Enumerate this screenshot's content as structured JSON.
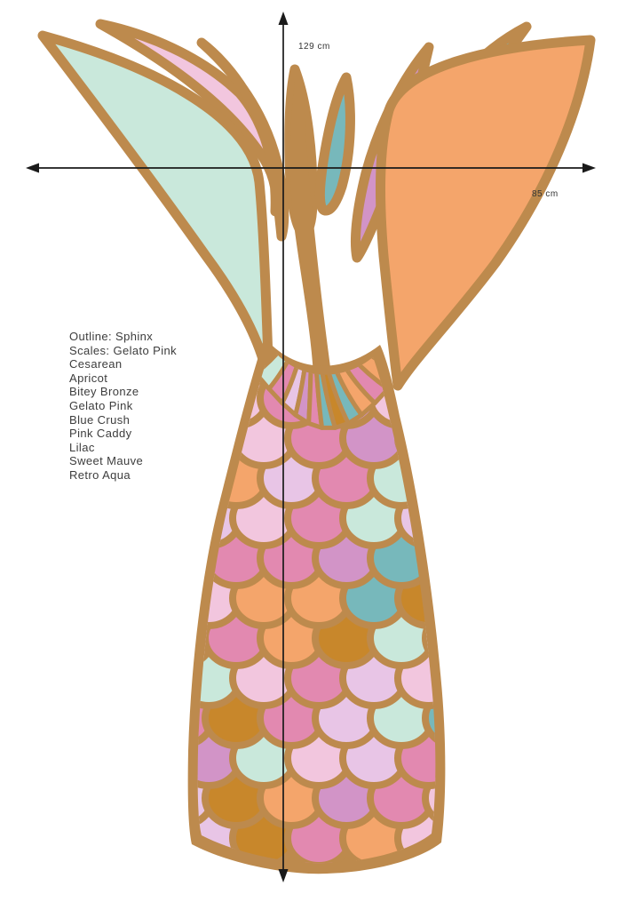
{
  "dimensions": {
    "height_label": "129 cm",
    "width_label": "85 cm"
  },
  "legend": {
    "lines": [
      "Outline: Sphinx",
      "Scales: Gelato Pink",
      "Cesarean",
      "Apricot",
      "Bitey Bronze",
      "Gelato Pink",
      "Blue Crush",
      "Pink Caddy",
      "Lilac",
      "Sweet Mauve",
      "Retro Aqua"
    ]
  },
  "colors": {
    "outline_sphinx": "#BD8A4D",
    "gelato_pink": "#F2C6DE",
    "cesarean": "#E8889F",
    "apricot": "#F4A56B",
    "bitey_bronze": "#C8872B",
    "blue_crush": "#77B8BB",
    "pink_caddy": "#E289B0",
    "lilac": "#E8C5E6",
    "sweet_mauve": "#D294C7",
    "retro_aqua": "#C9E8DB",
    "measure_line": "#1A1A1A",
    "text": "#3D3D3D",
    "background": "#FFFFFF"
  },
  "illustration": {
    "fan_colors": [
      "retro_aqua",
      "pink_caddy",
      "lilac",
      "sweet_mauve",
      "pink_caddy",
      "blue_crush",
      "bitey_bronze",
      "blue_crush",
      "apricot",
      "pink_caddy",
      "apricot"
    ],
    "scale_rows": [
      [
        "lilac",
        "cesarean",
        "gelato_pink",
        "pink_caddy",
        "sweet_mauve",
        "gelato_pink",
        "retro_aqua",
        "lilac"
      ],
      [
        "blue_crush",
        "pink_caddy",
        "gelato_pink",
        "pink_caddy",
        "sweet_mauve",
        "retro_aqua",
        "lilac",
        "pink_caddy"
      ],
      [
        "pink_caddy",
        "apricot",
        "apricot",
        "lilac",
        "pink_caddy",
        "retro_aqua",
        "gelato_pink",
        "blue_crush"
      ],
      [
        "bitey_bronze",
        "lilac",
        "gelato_pink",
        "pink_caddy",
        "retro_aqua",
        "lilac",
        "sweet_mauve",
        "apricot"
      ],
      [
        "sweet_mauve",
        "lilac",
        "pink_caddy",
        "pink_caddy",
        "sweet_mauve",
        "blue_crush",
        "gelato_pink",
        "retro_aqua"
      ],
      [
        "retro_aqua",
        "gelato_pink",
        "apricot",
        "apricot",
        "blue_crush",
        "bitey_bronze",
        "pink_caddy",
        "lilac"
      ],
      [
        "pink_caddy",
        "gelato_pink",
        "pink_caddy",
        "apricot",
        "bitey_bronze",
        "retro_aqua",
        "gelato_pink",
        "blue_crush"
      ],
      [
        "blue_crush",
        "retro_aqua",
        "gelato_pink",
        "pink_caddy",
        "lilac",
        "gelato_pink",
        "blue_crush",
        "sweet_mauve"
      ],
      [
        "apricot",
        "pink_caddy",
        "bitey_bronze",
        "pink_caddy",
        "lilac",
        "retro_aqua",
        "blue_crush",
        "gelato_pink"
      ],
      [
        "lilac",
        "sweet_mauve",
        "retro_aqua",
        "gelato_pink",
        "lilac",
        "pink_caddy",
        "sweet_mauve",
        "apricot"
      ],
      [
        "blue_crush",
        "lilac",
        "bitey_bronze",
        "apricot",
        "sweet_mauve",
        "pink_caddy",
        "gelato_pink",
        "apricot"
      ],
      [
        "retro_aqua",
        "lilac",
        "bitey_bronze",
        "pink_caddy",
        "apricot",
        "gelato_pink",
        "retro_aqua",
        "pink_caddy"
      ]
    ]
  }
}
